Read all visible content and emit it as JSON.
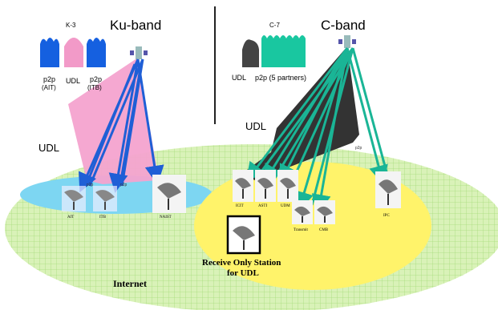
{
  "ku_section": {
    "band_label": "Ku-band",
    "satellite_label": "K-3",
    "spectrum_labels": {
      "p2p_1": "p2p",
      "p2p_1_sub": "(AIT)",
      "udl": "UDL",
      "p2p_2": "p2p",
      "p2p_2_sub": "(ITB)"
    },
    "colors": {
      "p2p": "#1560e0",
      "udl": "#f29ac8",
      "beam_pink": "#f4a3cf",
      "link_blue": "#1f5fd6"
    }
  },
  "c_section": {
    "band_label": "C-band",
    "satellite_label": "C-7",
    "spectrum_labels": {
      "udl": "UDL",
      "p2p": "p2p (5 partners)"
    },
    "colors": {
      "udl": "#444444",
      "p2p": "#19c7a0",
      "beam_dark": "#333333",
      "link_teal": "#1ab596"
    }
  },
  "beam_labels": {
    "ku_udl": "UDL",
    "c_udl": "UDL"
  },
  "stations": {
    "ku": {
      "ait": "AIT",
      "itb": "ITB",
      "naist": "NAIST"
    },
    "c": {
      "icit": "ICIT",
      "asti": "ASTI",
      "udm": "UDM",
      "transmit": "Transmit",
      "cmb": "CMB",
      "ipc": "IPC"
    }
  },
  "receive_only": {
    "line1": "Receive Only Station",
    "line2": "for UDL"
  },
  "internet_label": "Internet",
  "p2p_tag": "p2p",
  "colors": {
    "internet_cloud": "#d9f2b8",
    "ku_zone": "#7dd6f2",
    "c_zone": "#fff36a",
    "grid": "#a8dc7c"
  }
}
